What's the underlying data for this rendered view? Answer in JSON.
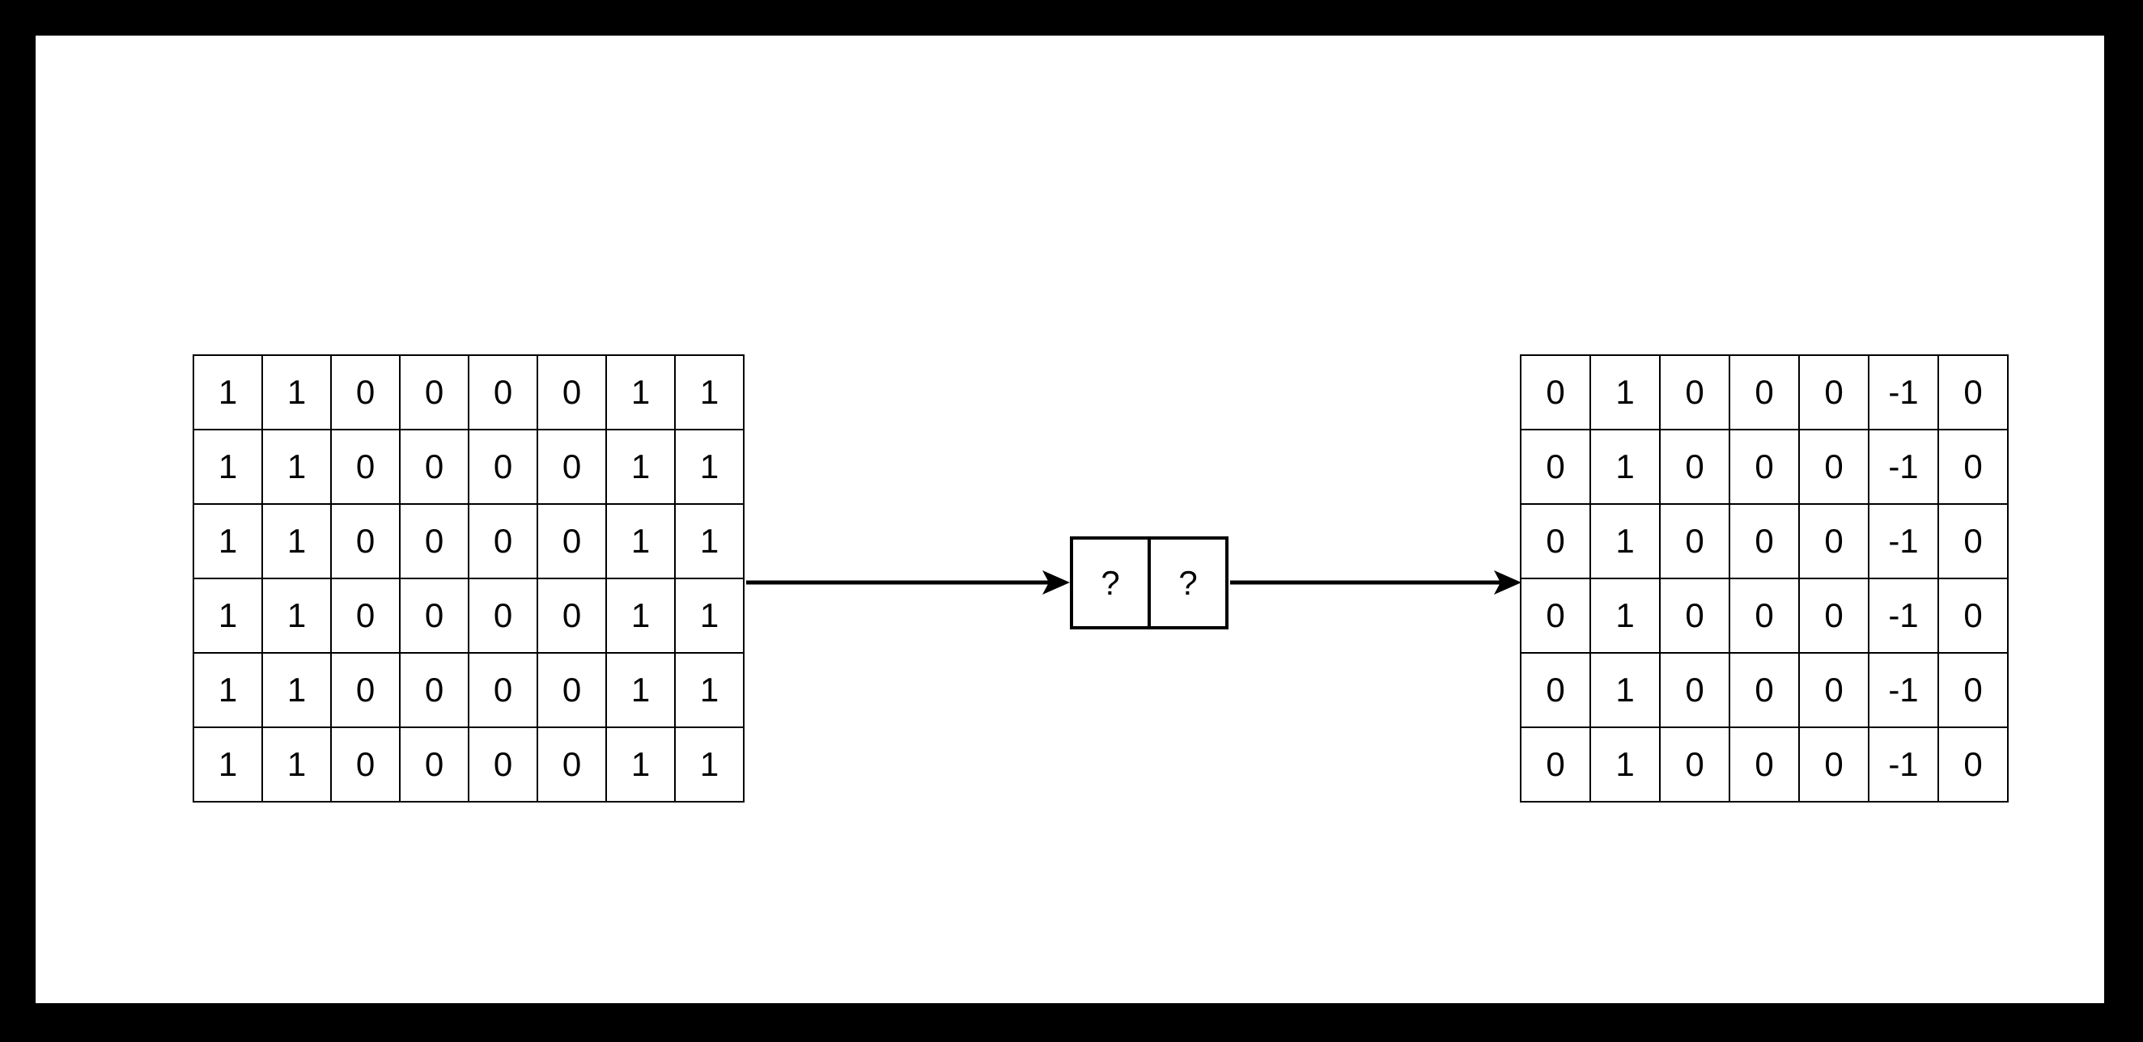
{
  "canvas": {
    "background_color": "#ffffff",
    "frame_color": "#000000",
    "stroke_color": "#000000"
  },
  "diagram": {
    "type": "convolution-illustration",
    "title": "",
    "input_matrix": {
      "name": "input-matrix",
      "rows": 6,
      "cols": 8,
      "values": [
        [
          "1",
          "1",
          "0",
          "0",
          "0",
          "0",
          "1",
          "1"
        ],
        [
          "1",
          "1",
          "0",
          "0",
          "0",
          "0",
          "1",
          "1"
        ],
        [
          "1",
          "1",
          "0",
          "0",
          "0",
          "0",
          "1",
          "1"
        ],
        [
          "1",
          "1",
          "0",
          "0",
          "0",
          "0",
          "1",
          "1"
        ],
        [
          "1",
          "1",
          "0",
          "0",
          "0",
          "0",
          "1",
          "1"
        ],
        [
          "1",
          "1",
          "0",
          "0",
          "0",
          "0",
          "1",
          "1"
        ]
      ]
    },
    "kernel": {
      "name": "unknown-kernel",
      "rows": 1,
      "cols": 2,
      "values": [
        [
          "?",
          "?"
        ]
      ]
    },
    "output_matrix": {
      "name": "output-matrix",
      "rows": 6,
      "cols": 7,
      "values": [
        [
          "0",
          "1",
          "0",
          "0",
          "0",
          "-1",
          "0"
        ],
        [
          "0",
          "1",
          "0",
          "0",
          "0",
          "-1",
          "0"
        ],
        [
          "0",
          "1",
          "0",
          "0",
          "0",
          "-1",
          "0"
        ],
        [
          "0",
          "1",
          "0",
          "0",
          "0",
          "-1",
          "0"
        ],
        [
          "0",
          "1",
          "0",
          "0",
          "0",
          "-1",
          "0"
        ],
        [
          "0",
          "1",
          "0",
          "0",
          "0",
          "-1",
          "0"
        ]
      ]
    },
    "arrows": [
      {
        "name": "arrow-input-to-kernel",
        "label": "",
        "direction": "right"
      },
      {
        "name": "arrow-kernel-to-output",
        "label": "",
        "direction": "right"
      }
    ]
  },
  "chart_data": {
    "type": "table",
    "title": "",
    "series": [
      {
        "name": "input",
        "values": [
          [
            1,
            1,
            0,
            0,
            0,
            0,
            1,
            1
          ],
          [
            1,
            1,
            0,
            0,
            0,
            0,
            1,
            1
          ],
          [
            1,
            1,
            0,
            0,
            0,
            0,
            1,
            1
          ],
          [
            1,
            1,
            0,
            0,
            0,
            0,
            1,
            1
          ],
          [
            1,
            1,
            0,
            0,
            0,
            0,
            1,
            1
          ],
          [
            1,
            1,
            0,
            0,
            0,
            0,
            1,
            1
          ]
        ]
      },
      {
        "name": "kernel",
        "values": [
          [
            "?",
            "?"
          ]
        ]
      },
      {
        "name": "output",
        "values": [
          [
            0,
            1,
            0,
            0,
            0,
            -1,
            0
          ],
          [
            0,
            1,
            0,
            0,
            0,
            -1,
            0
          ],
          [
            0,
            1,
            0,
            0,
            0,
            -1,
            0
          ],
          [
            0,
            1,
            0,
            0,
            0,
            -1,
            0
          ],
          [
            0,
            1,
            0,
            0,
            0,
            -1,
            0
          ],
          [
            0,
            1,
            0,
            0,
            0,
            -1,
            0
          ]
        ]
      }
    ]
  }
}
